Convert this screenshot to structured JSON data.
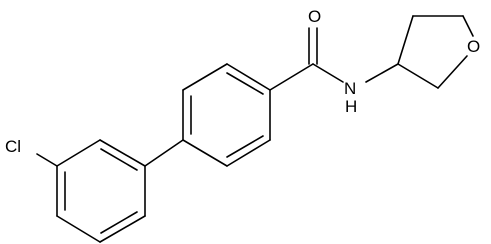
{
  "molecule": {
    "atoms": {
      "chlorine": "Cl",
      "carbonyl_oxygen": "O",
      "amide_nitrogen": "N",
      "amide_hydrogen": "H",
      "ring_oxygen": "O"
    }
  }
}
